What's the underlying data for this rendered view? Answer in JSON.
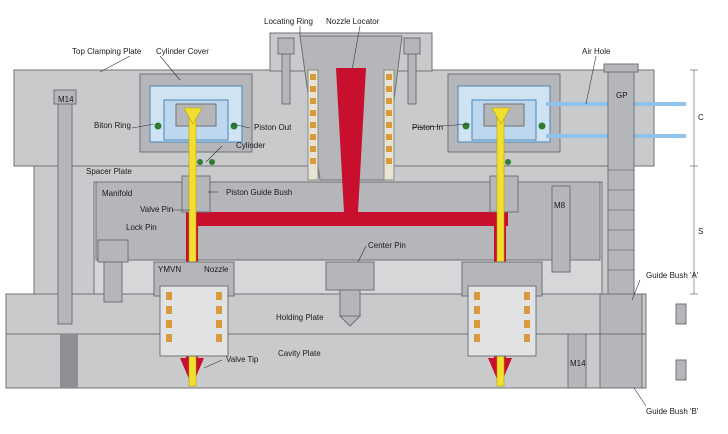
{
  "labels": {
    "locating_ring": "Locating Ring",
    "nozzle_locator": "Nozzle Locator",
    "top_clamping_plate": "Top Clamping Plate",
    "cylinder_cover": "Cylinder Cover",
    "air_hole": "Air Hole",
    "gp": "GP",
    "m14_left": "M14",
    "biton_ring": "Biton Ring",
    "piston_out": "Piston Out",
    "cylinder": "Cylinder",
    "piston_in": "Piston In",
    "c_dim": "C",
    "spacer_plate": "Spacer Plate",
    "manifold": "Manifold",
    "piston_guide_bush": "Piston Guide Bush",
    "valve_pin": "Valve Pin",
    "m8": "M8",
    "lock_pin": "Lock Pin",
    "center_pin": "Center Pin",
    "s_dim": "S",
    "ymvn": "YMVN",
    "nozzle": "Nozzle",
    "guide_bush_a": "Guide Bush 'A'",
    "holding_plate": "Holding Plate",
    "cavity_plate": "Cavity Plate",
    "valve_tip": "Valve Tip",
    "m14_right": "M14",
    "guide_bush_b": "Guide Bush 'B'"
  },
  "colors": {
    "melt": "#c8102e",
    "valve_pin": "#f2e030",
    "air": "#8fc3ea",
    "plate": "#c9cacc",
    "heater": "#d89a3a"
  }
}
